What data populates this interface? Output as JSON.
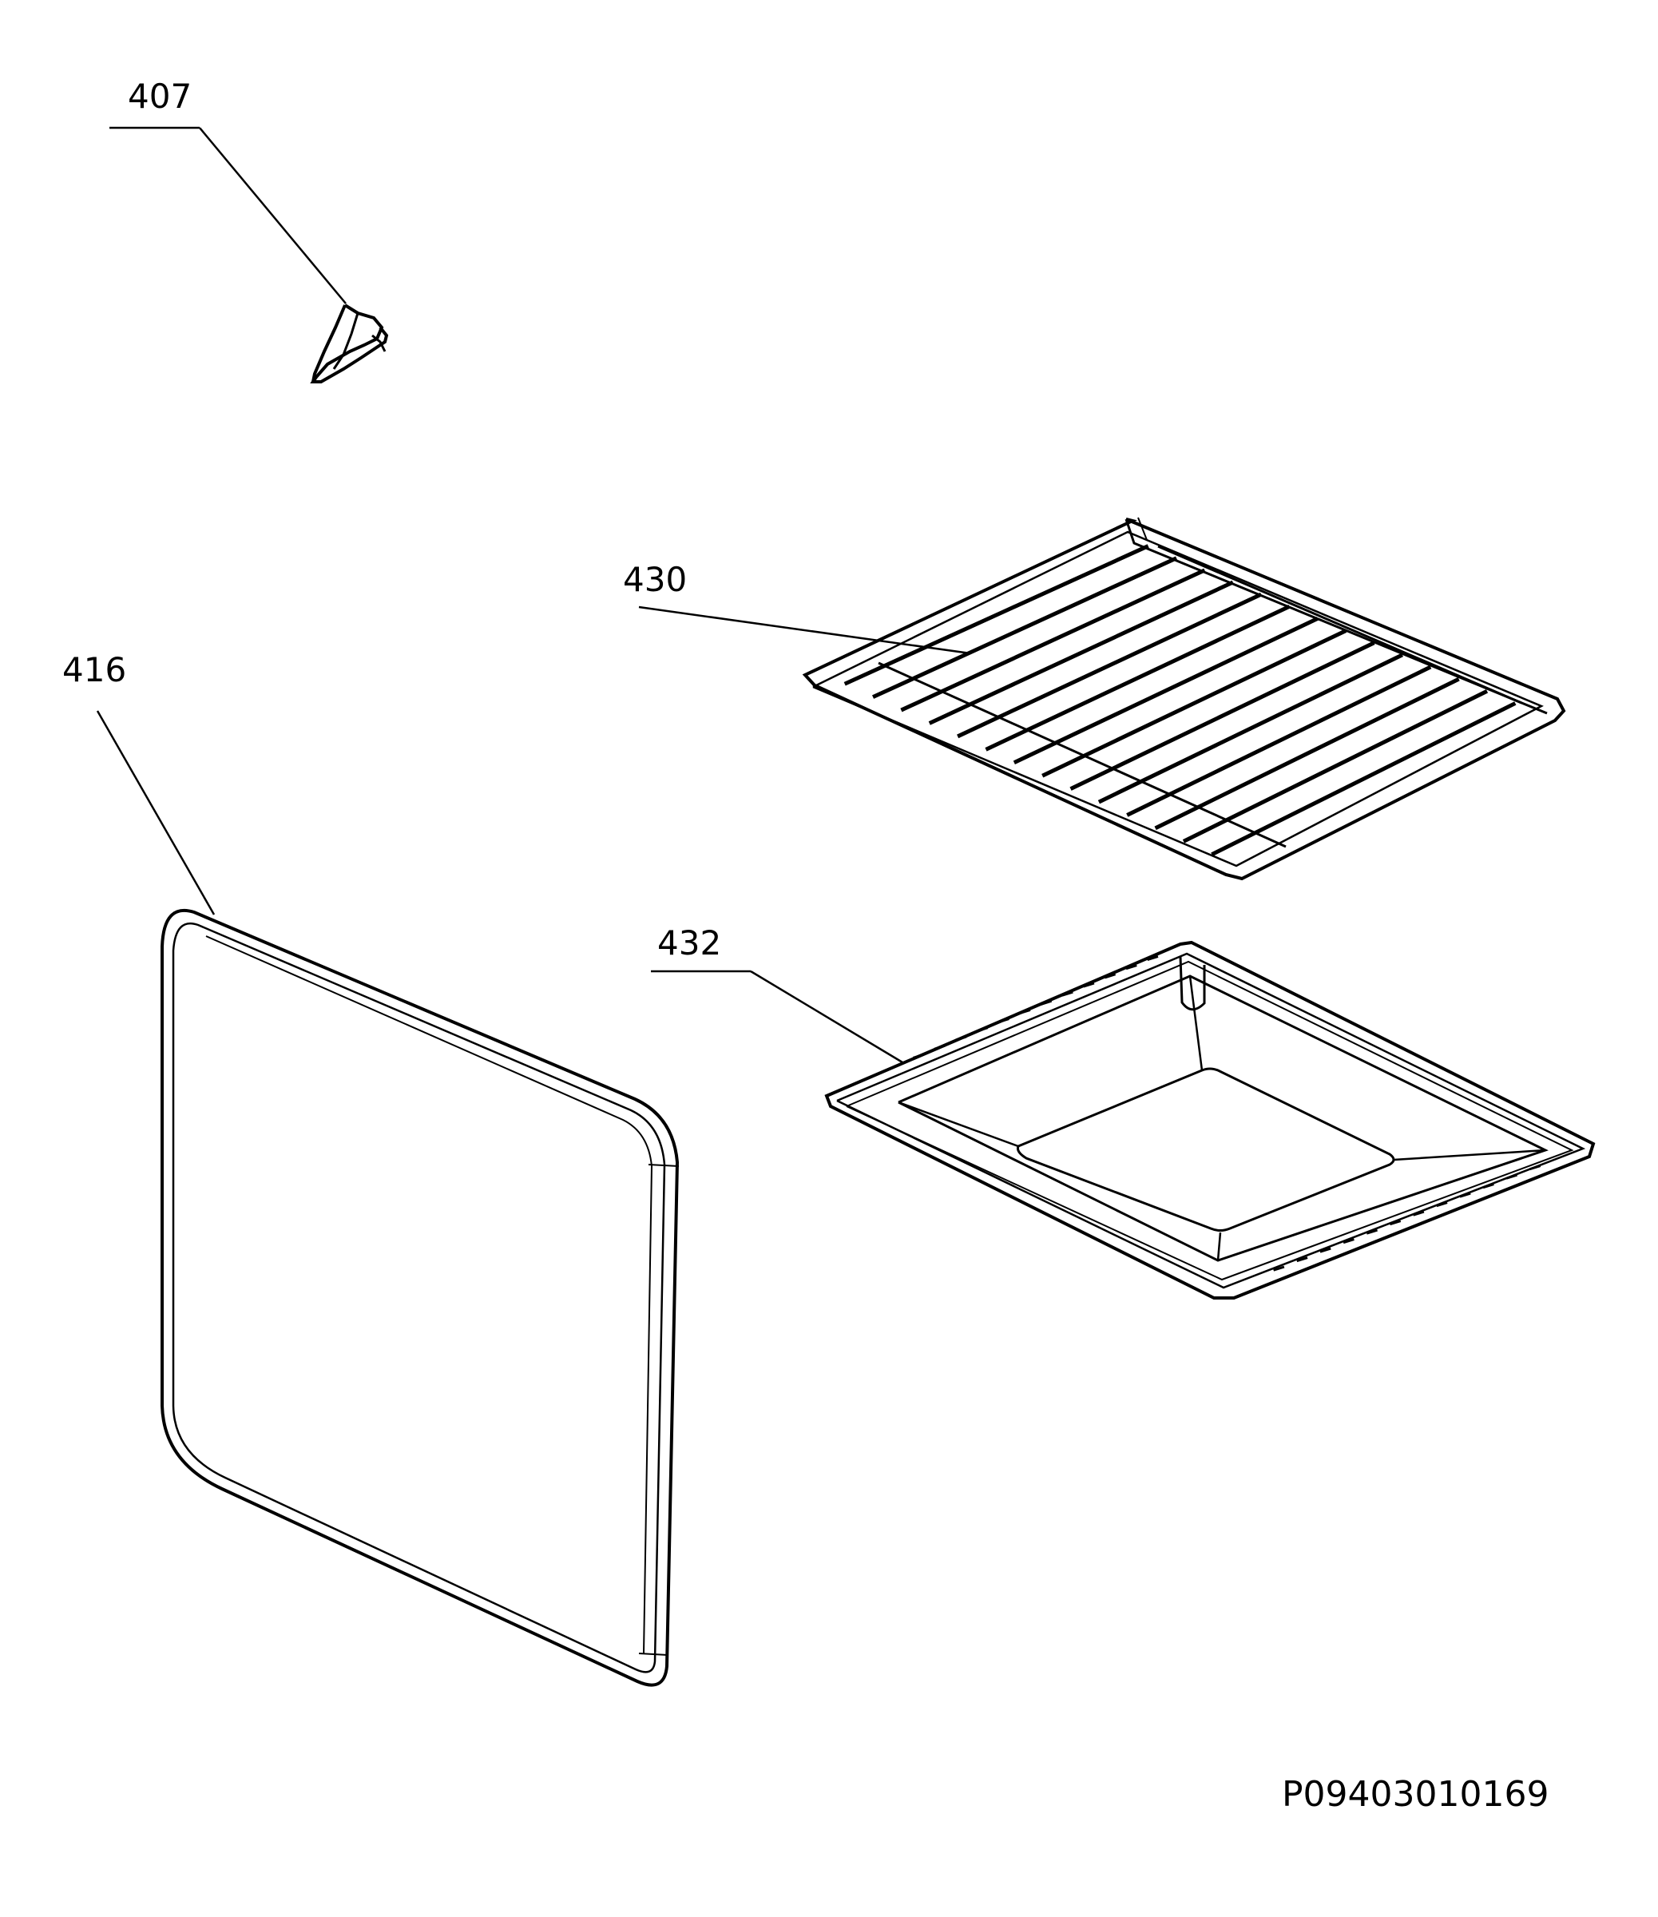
{
  "callouts": {
    "p407": "407",
    "p416": "416",
    "p430": "430",
    "p432": "432"
  },
  "document_id": "P09403010169",
  "colors": {
    "ink": "#000000",
    "paper": "#ffffff"
  }
}
